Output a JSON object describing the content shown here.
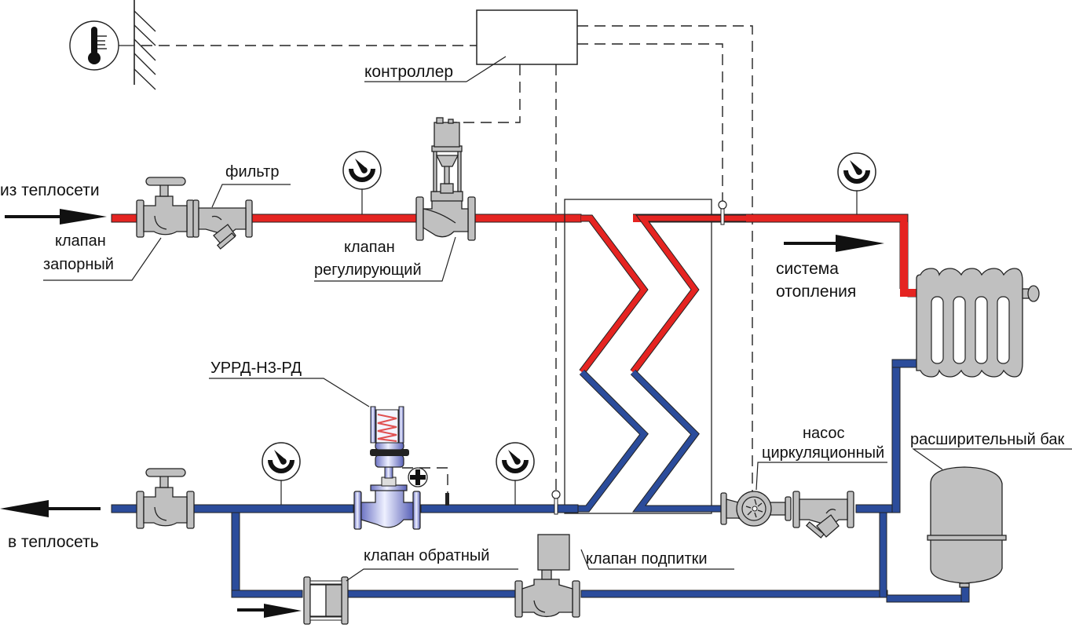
{
  "title": "Схема подключения системы отопления через теплообменник",
  "colors": {
    "supply_pipe": "#e52421",
    "return_pipe": "#2b4c9b",
    "equipment_fill": "#c0c0c0",
    "outline": "#222222",
    "regulator_fill": "#b8bde6",
    "spring": "#e05050"
  },
  "labels": {
    "from_network": "из теплосети",
    "to_network": "в теплосеть",
    "shutoff_valve": [
      "клапан",
      "запорный"
    ],
    "filter": "фильтр",
    "control_valve": [
      "клапан",
      "регулирующий"
    ],
    "controller": "контроллер",
    "heating_system": [
      "система",
      "отопления"
    ],
    "pressure_regulator": "УРРД-Н3-РД",
    "circulation_pump": [
      "насос",
      "циркуляционный"
    ],
    "expansion_tank": "расширительный бак",
    "check_valve": "клапан обратный",
    "makeup_valve": "клапан подпитки"
  },
  "icons": {
    "outdoor_sensor": "thermometer-icon",
    "gauge": "pressure-gauge-icon",
    "plus": "plus-circle-icon"
  }
}
